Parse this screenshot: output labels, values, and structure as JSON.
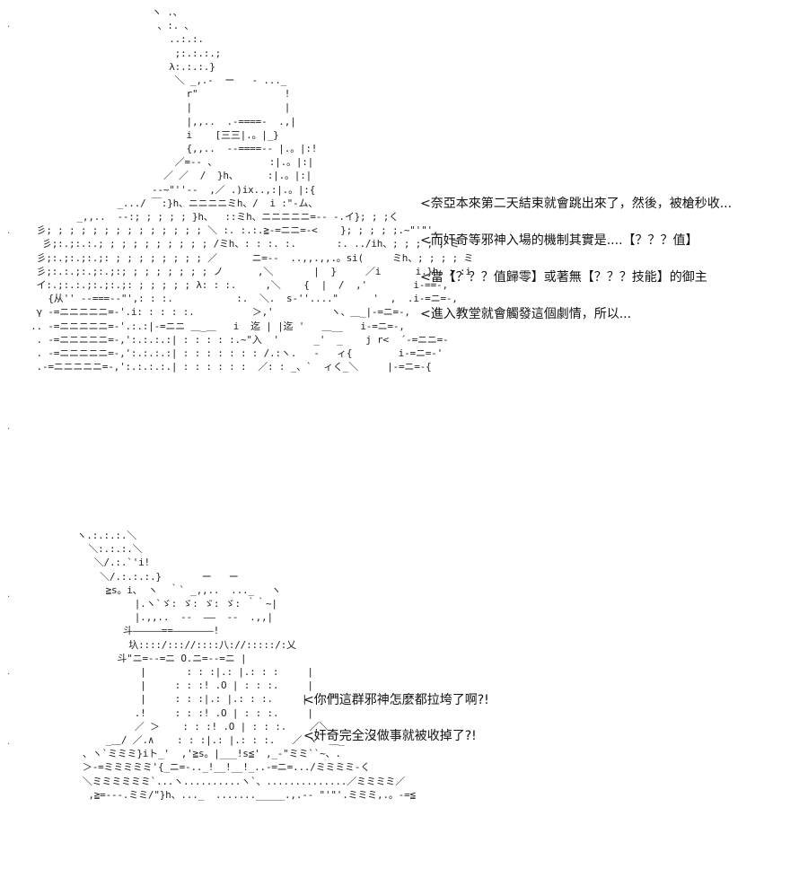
{
  "panels": [
    {
      "dialogue": [
        "<奈亞本來第二天結束就會跳出來了，然後，被槍秒收...",
        "<而奸奇等邪神入場的機制其實是....【？？？值】",
        "<當【？？？值歸零】或著無【？？？技能】的御主",
        "<進入教堂就會觸發這個劇情，所以..."
      ]
    },
    {
      "dialogue": [
        "<你們這群邪神怎麼都拉垮了啊?!",
        "<奸奇完全沒做事就被收掉了?!"
      ]
    }
  ]
}
